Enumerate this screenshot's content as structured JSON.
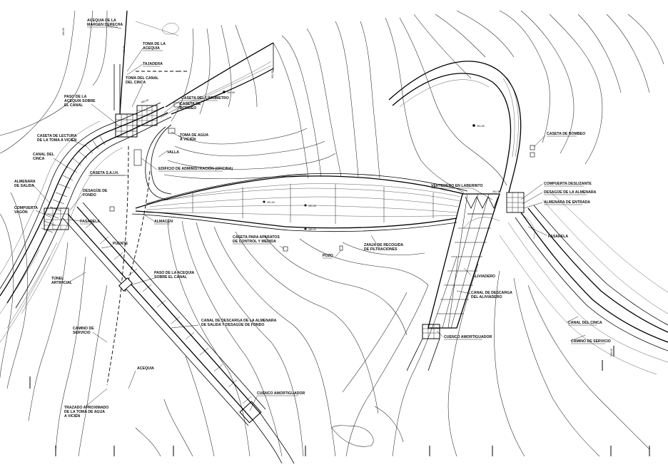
{
  "labels": {
    "acequia_margen": [
      "ACEQUIA DE LA",
      "MARGEN DERECHA"
    ],
    "toma_acequia": [
      "TOMA DE LA",
      "ACEQUIA"
    ],
    "tajadera": [
      "TAJADERA"
    ],
    "toma_canal_cinca": [
      "TOMA DEL CANAL",
      "DEL CINCA"
    ],
    "caseta_limnimetro": [
      "CASETA DEL LIMNIMETRO"
    ],
    "caseta_bombeo_1": [
      "CASETA DE",
      "BOMBEO"
    ],
    "paso_acequia_canal_1": [
      "PASO DE LA",
      "ACEQUIA SOBRE",
      "EL CANAL"
    ],
    "caseta_lectura": [
      "CASETA DE LECTURA",
      "DE LA TOMA A VICIÉN"
    ],
    "toma_agua_vicien": [
      "TOMA DE AGUA",
      "A VICIÉN"
    ],
    "valla": [
      "VALLA"
    ],
    "canal_cinca_left": [
      "CANAL DEL",
      "CINCA"
    ],
    "caseta_saih": [
      "CASETA S.A.I.H."
    ],
    "edificio_admin": [
      "EDIFICIO DE ADMINISTRACIÓN (OFICINA)"
    ],
    "almenara_salida": [
      "ALMENARA",
      "DE SALIDA"
    ],
    "desague_fondo": [
      "DESAGÜE DE",
      "FONDO"
    ],
    "compuerta_vagon": [
      "COMPUERTA",
      "VAGÓN"
    ],
    "pasarela_1": [
      "PASARELA"
    ],
    "almacen": [
      "ALMACÉN"
    ],
    "caseta_aparatos": [
      "CASETA PARA APARATOS",
      "DE CONTROL Y MEDIDA"
    ],
    "zanja": [
      "ZANJA DE RECOGIDA",
      "DE FILTRACIONES"
    ],
    "pozo": [
      "POZO"
    ],
    "puente": [
      "PUENTE"
    ],
    "tunel": [
      "TÚNEL",
      "ARTIFICIAL"
    ],
    "paso_acequia_canal_2": [
      "PASO DE LA ACEQUIA",
      "SOBRE EL CANAL"
    ],
    "camino_servicio_1": [
      "CAMINO DE",
      "SERVICIO"
    ],
    "canal_descarga": [
      "CANAL DE DESCARGA DE LA ALMENARA",
      "DE SALIDA Y DESAGÜE DE FONDO"
    ],
    "acequia": [
      "ACEQUIA"
    ],
    "cuenco_1": [
      "CUENCO AMORTIGUADOR"
    ],
    "trazado": [
      "TRAZADO APROXIMADO",
      "DE LA TOMA DE AGUA",
      "A VICIÉN"
    ],
    "caseta_bombeo_2": [
      "CASETA DE BOMBEO"
    ],
    "vertedero": [
      "VERTEDERO EN LABERINTO"
    ],
    "compuerta_deslizante": [
      "COMPUERTA DESLIZANTE"
    ],
    "desague_almenara": [
      "DESAGÜE DE LA ALMENARA"
    ],
    "almenara_entrada": [
      "ALMENARA DE ENTRADA"
    ],
    "pasarela_2": [
      "PASARELA"
    ],
    "aliviadero": [
      "ALIVIADERO"
    ],
    "canal_descarga_aliv": [
      "CANAL DE DESCARGA",
      "DEL ALIVIADERO"
    ],
    "cuenco_2": [
      "CUENCO AMORTIGUADOR"
    ],
    "canal_cinca_right": [
      "CANAL DEL CINCA"
    ],
    "camino_servicio_2": [
      "CAMINO DE SERVICIO"
    ]
  },
  "elevations": {
    "e1": "391.50",
    "e2": "391.50",
    "e3": "391.50",
    "e4": "391.50",
    "crest1": "391.00",
    "crest2": "391.00",
    "crest3": "385.00",
    "bar1": "403.00",
    "bar2": "400.00",
    "bar3": "395.00",
    "bar4": "390.00"
  }
}
